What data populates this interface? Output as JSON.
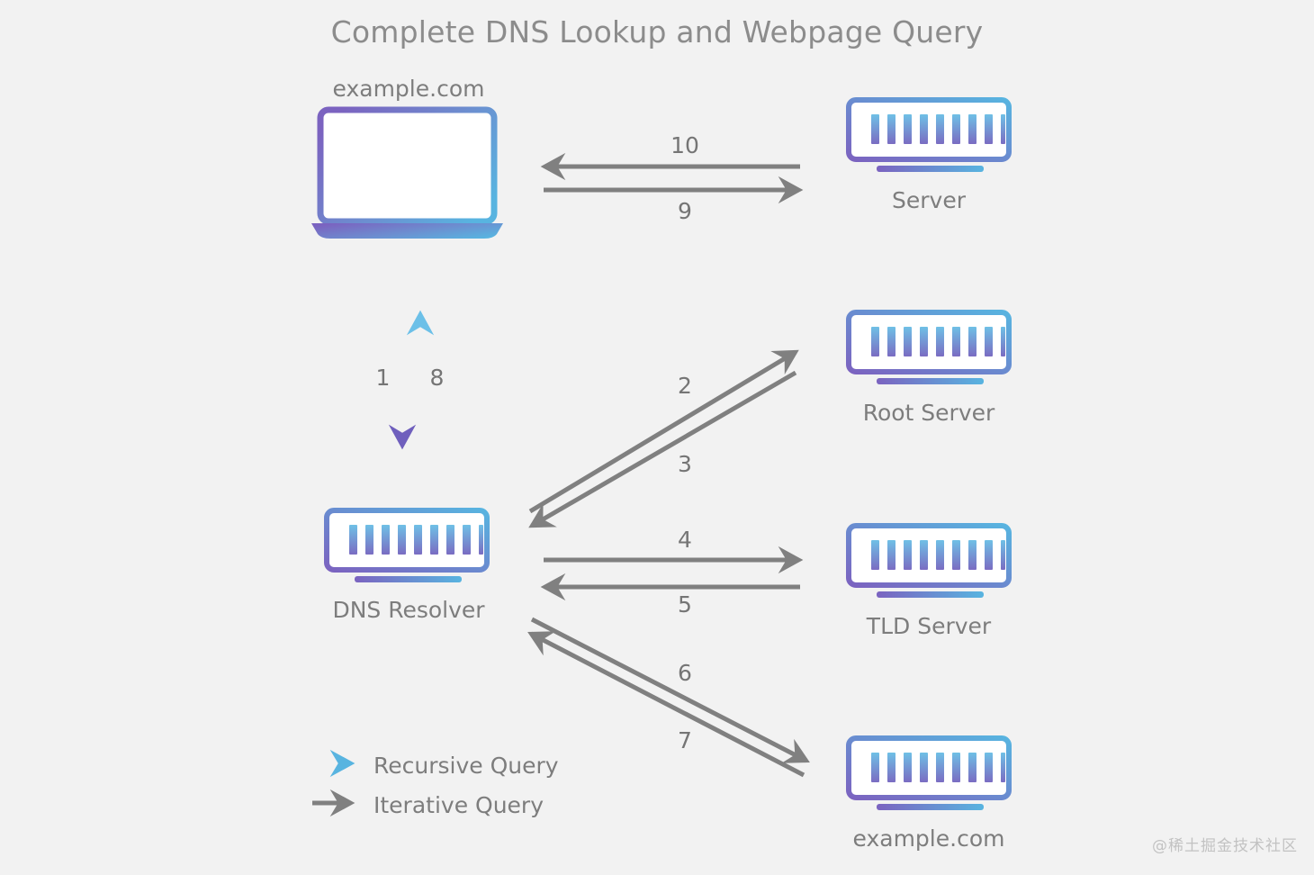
{
  "title": "Complete DNS Lookup and Webpage Query",
  "background_color": "#f2f2f2",
  "colors": {
    "gradient_purple": "#7b63c0",
    "gradient_blue": "#58b4e0",
    "iterative_gray": "#808080",
    "text_gray": "#7d7d7d",
    "title_gray": "#8c8c8c",
    "watermark_gray": "#c2c2c2"
  },
  "nodes": {
    "client": {
      "label": "example.com",
      "icon": "laptop-icon"
    },
    "server": {
      "label": "Server",
      "icon": "server-icon"
    },
    "root_server": {
      "label": "Root Server",
      "icon": "server-icon"
    },
    "tld_server": {
      "label": "TLD Server",
      "icon": "server-icon"
    },
    "dns_resolver": {
      "label": "DNS Resolver",
      "icon": "server-icon"
    },
    "authoritative_server": {
      "label": "example.com",
      "icon": "server-icon"
    }
  },
  "steps": [
    {
      "num": "1",
      "label": "1",
      "from": "client",
      "to": "dns_resolver",
      "type": "recursive",
      "direction": "down"
    },
    {
      "num": "2",
      "label": "2",
      "from": "dns_resolver",
      "to": "root_server",
      "type": "iterative",
      "direction": "up-right"
    },
    {
      "num": "3",
      "label": "3",
      "from": "root_server",
      "to": "dns_resolver",
      "type": "iterative",
      "direction": "down-left"
    },
    {
      "num": "4",
      "label": "4",
      "from": "dns_resolver",
      "to": "tld_server",
      "type": "iterative",
      "direction": "right"
    },
    {
      "num": "5",
      "label": "5",
      "from": "tld_server",
      "to": "dns_resolver",
      "type": "iterative",
      "direction": "left"
    },
    {
      "num": "6",
      "label": "6",
      "from": "authoritative_server",
      "to": "dns_resolver",
      "type": "iterative",
      "direction": "up-left"
    },
    {
      "num": "7",
      "label": "7",
      "from": "dns_resolver",
      "to": "authoritative_server",
      "type": "iterative",
      "direction": "down-right"
    },
    {
      "num": "8",
      "label": "8",
      "from": "dns_resolver",
      "to": "client",
      "type": "recursive",
      "direction": "up"
    },
    {
      "num": "9",
      "label": "9",
      "from": "client",
      "to": "server",
      "type": "iterative",
      "direction": "right"
    },
    {
      "num": "10",
      "label": "10",
      "from": "server",
      "to": "client",
      "type": "iterative",
      "direction": "left"
    }
  ],
  "legend": {
    "items": [
      {
        "label": "Recursive Query",
        "style": "recursive",
        "icon": "arrow-right-icon"
      },
      {
        "label": "Iterative Query",
        "style": "iterative",
        "icon": "arrow-right-icon"
      }
    ]
  },
  "watermark": "@稀土掘金技术社区"
}
